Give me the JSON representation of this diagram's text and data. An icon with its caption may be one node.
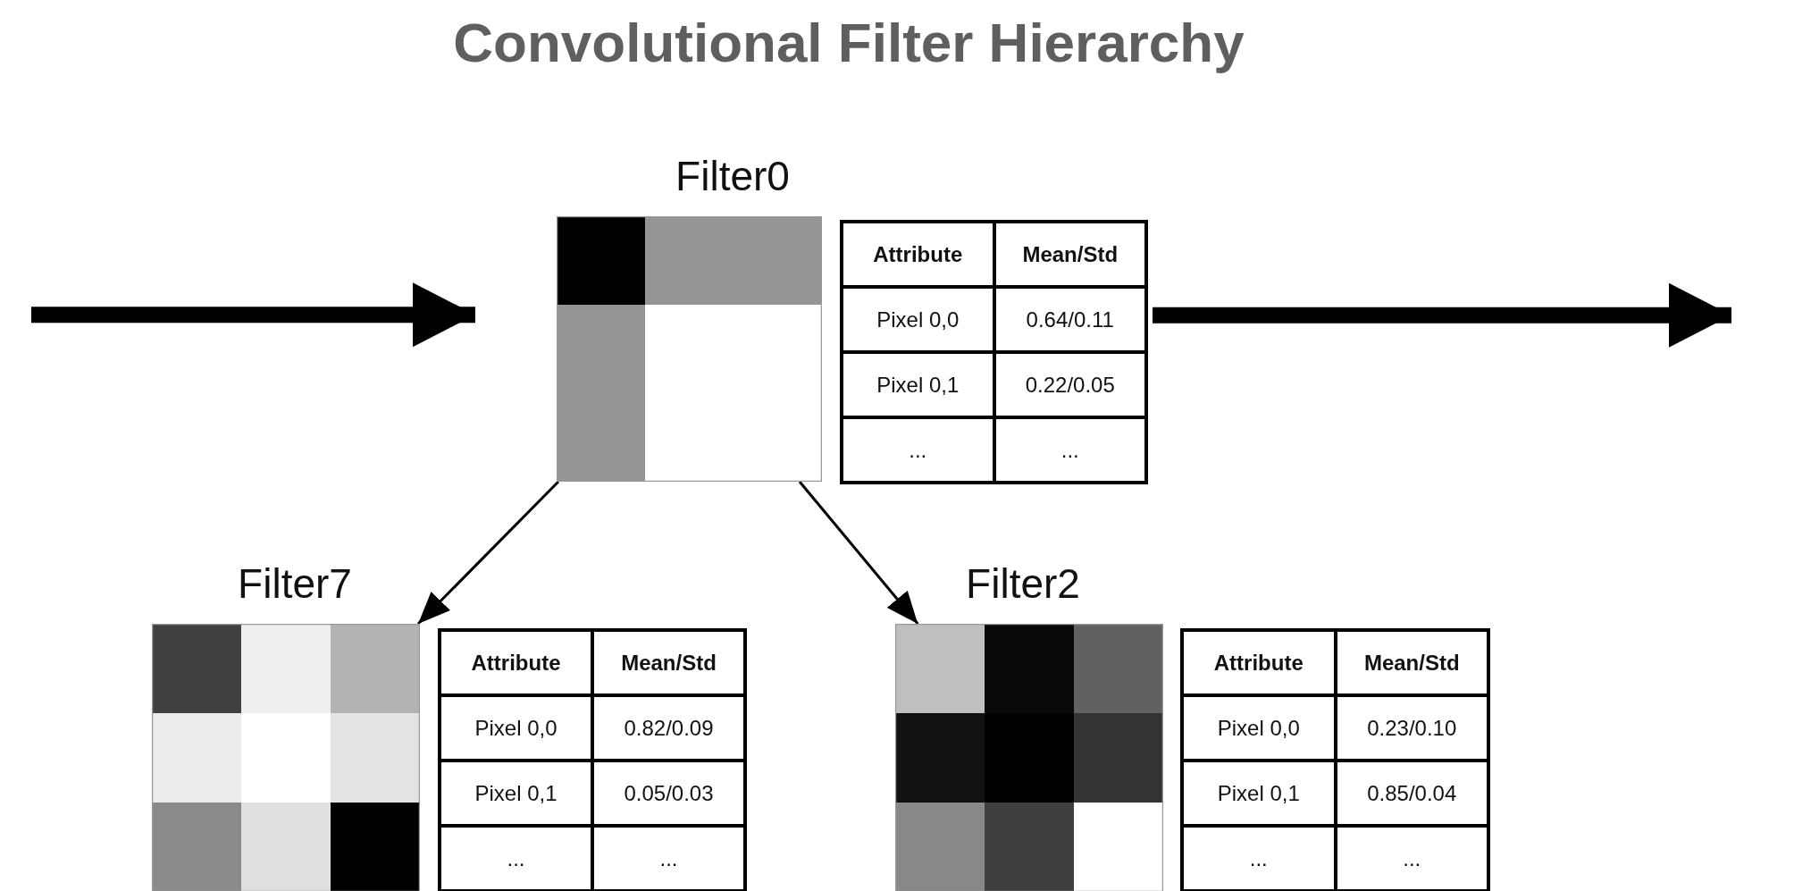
{
  "diagram": {
    "title": "Convolutional Filter Hierarchy",
    "nodes": [
      {
        "text": [
          "Filter0"
        ]
      },
      {
        "text": [
          "Filter7"
        ]
      },
      {
        "text": [
          "Filter2"
        ]
      }
    ],
    "edges": [
      {
        "from": null,
        "to": 0,
        "arrow": "to",
        "style": "thick"
      },
      {
        "from": 0,
        "to": null,
        "arrow": "to",
        "style": "thick"
      },
      {
        "from": 0,
        "to": 1,
        "arrow": "to"
      },
      {
        "from": 0,
        "to": 2,
        "arrow": "to"
      }
    ],
    "labels": [
      "Attribute",
      "Mean/Std",
      "Pixel 0,0",
      "0.64/0.11",
      "Pixel 0,1",
      "0.22/0.05",
      "...",
      "...",
      "Attribute",
      "Mean/Std",
      "Pixel 0,0",
      "0.82/0.09",
      "Pixel 0,1",
      "0.05/0.03",
      "...",
      "...",
      "Attribute",
      "Mean/Std",
      "Pixel 0,0",
      "0.23/0.10",
      "Pixel 0,1",
      "0.85/0.04",
      "...",
      "..."
    ]
  }
}
